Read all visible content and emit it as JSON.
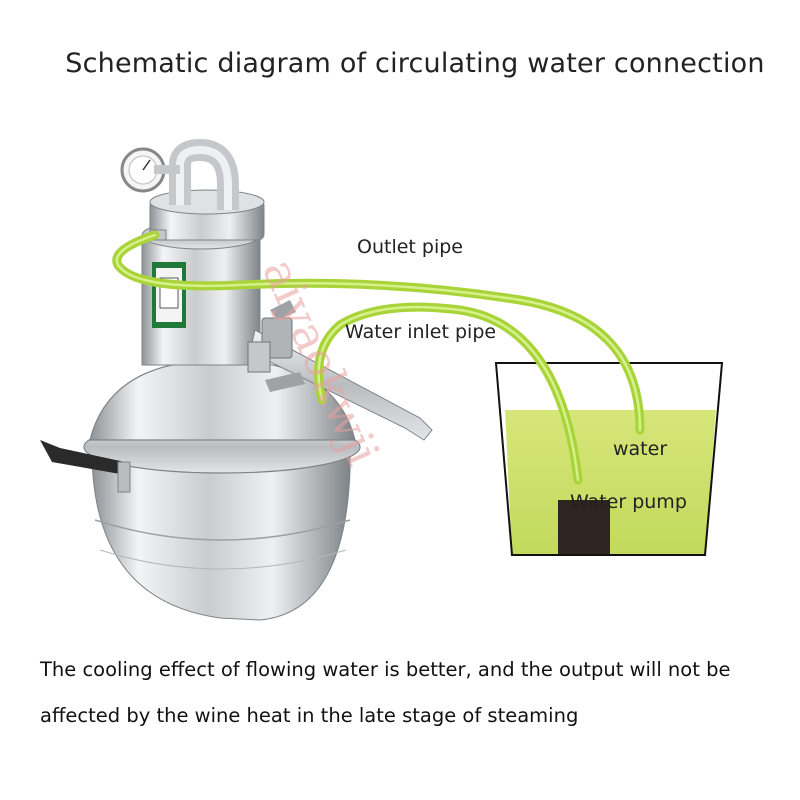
{
  "title": "Schematic diagram of circulating water connection",
  "labels": {
    "outlet_pipe": "Outlet pipe",
    "inlet_pipe": "Water inlet pipe",
    "water": "water",
    "pump": "Water pump"
  },
  "watermark": "aiyaokwji",
  "caption": {
    "line1": "The cooling effect of flowing water is better, and the output will not be",
    "line2": "affected by the wine heat in the late stage of steaming"
  },
  "colors": {
    "hose": "#a8d43a",
    "water": "#cde06a",
    "pump": "#2e2420",
    "steel_light": "#e6e8ea",
    "steel_dark": "#8d9296",
    "watermark": "#e8a0a0"
  }
}
